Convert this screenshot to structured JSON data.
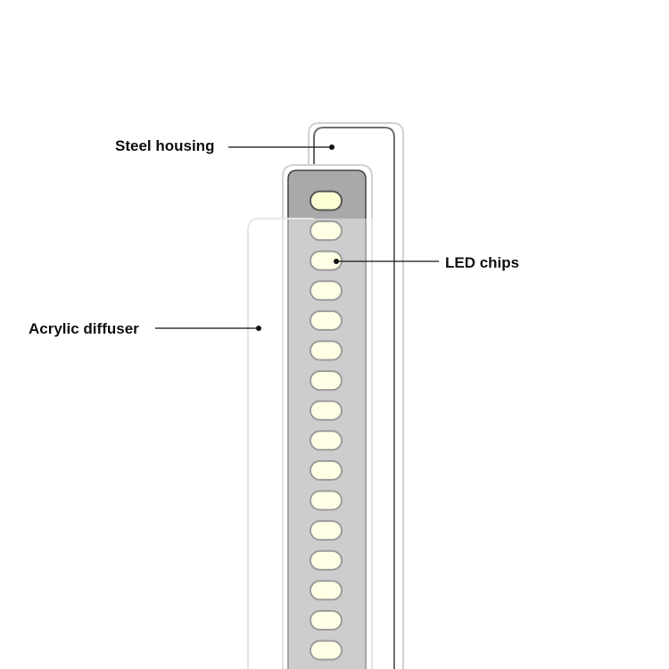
{
  "labels": {
    "steel_housing": "Steel housing",
    "led_chips": "LED chips",
    "acrylic_diffuser": "Acrylic diffuser"
  },
  "led_chip_count": 16,
  "colors": {
    "background": "#ffffff",
    "housing_outline": "#6e6e6e",
    "housing_halo": "#d2d2d2",
    "led_strip": "#a9a9a9",
    "led_strip_outline": "#444444",
    "led_fill": "#ffffd4",
    "led_outline": "#555555",
    "diffuser_outline": "#e6e6e6",
    "text": "#111111"
  }
}
